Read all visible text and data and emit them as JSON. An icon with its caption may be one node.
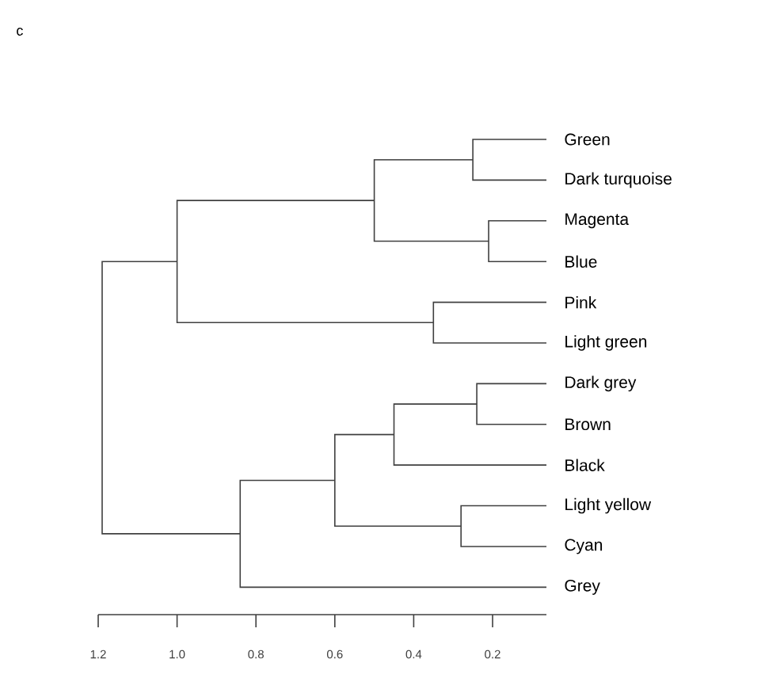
{
  "diagram": {
    "labels": [
      "c",
      "Green",
      "Dark turquoise",
      "Magenta",
      "Blue",
      "Pink",
      "Light green",
      "Dark grey",
      "Brown",
      "Black",
      "Light yellow",
      "Cyan",
      "Grey",
      "1.2",
      "1.0",
      "0.8",
      "0.6",
      "0.4",
      "0.2"
    ]
  }
}
